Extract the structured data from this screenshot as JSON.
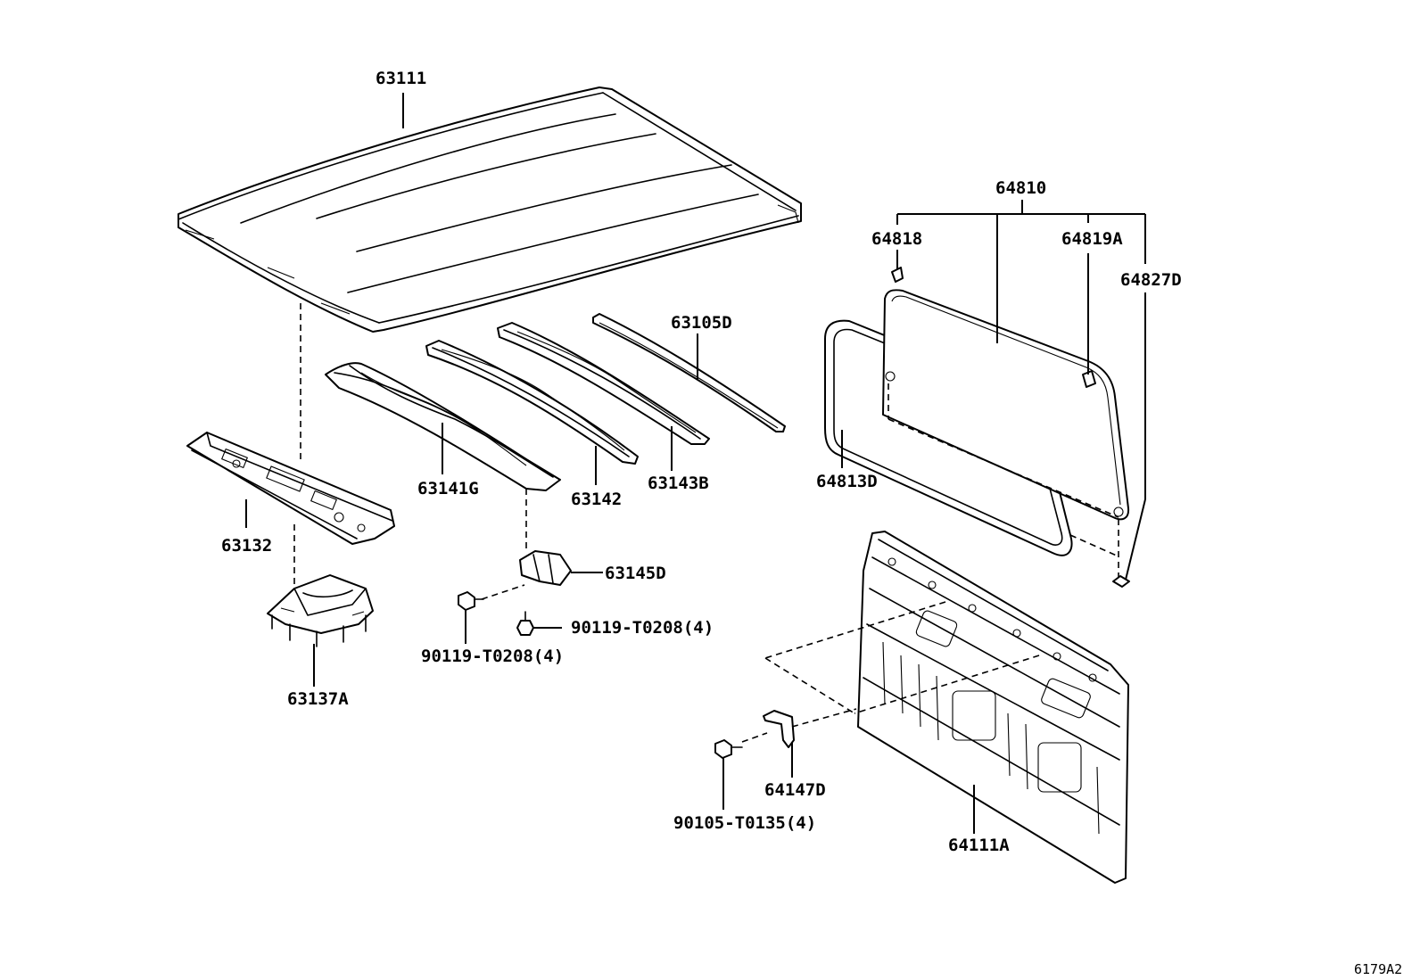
{
  "labels": {
    "roof_panel": "63111",
    "back_window_assembly": "64810",
    "clip_64818": "64818",
    "clip_64819a": "64819A",
    "clip_64827d": "64827D",
    "roof_bow_rear": "63105D",
    "roof_panel_reinforcement_front": "63132",
    "roof_bow_63141g": "63141G",
    "roof_bow_63142": "63142",
    "roof_bow_63143b": "63143B",
    "back_window_seal": "64813D",
    "bracket_63145d": "63145D",
    "bolt_right": "90119-T0208(4)",
    "bolt_left": "90119-T0208(4)",
    "header_bracket": "63137A",
    "back_panel_bracket": "64147D",
    "back_panel_bolt": "90105-T0135(4)",
    "back_panel": "64111A"
  },
  "diagram_code": "6179A2"
}
